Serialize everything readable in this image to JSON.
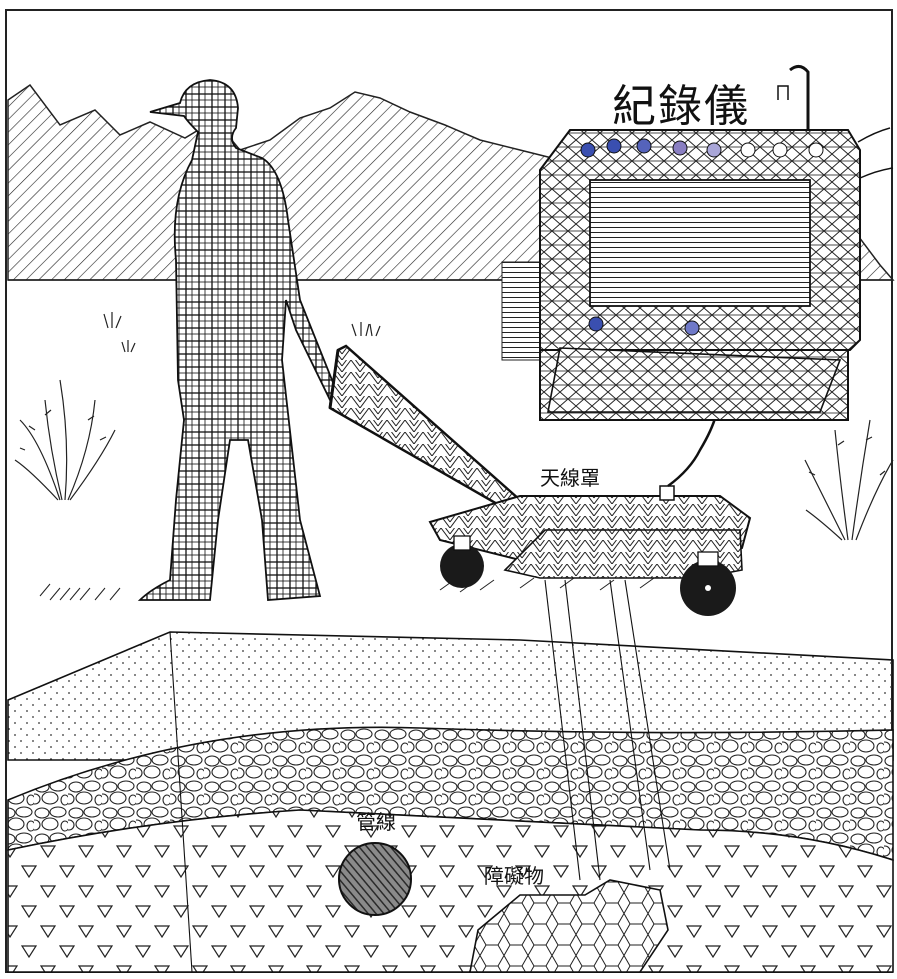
{
  "labels": {
    "recorder": "紀錄儀",
    "antenna_cover": "天線罩",
    "pipeline": "管線",
    "obstacle": "障礙物"
  },
  "colors": {
    "ink": "#111111",
    "indicator_dark": "#3a4fb0",
    "indicator_mid": "#6f79c8",
    "indicator_light": "#a9a6d8",
    "wheel": "#1a1a1a",
    "pipe": "#555555"
  },
  "icons": {
    "person": "person-pushing-cart-icon",
    "recorder": "recorder-monitor-icon",
    "antenna": "antenna-cart-icon",
    "pipe": "pipe-cross-section-icon",
    "obstacle": "obstacle-rock-icon"
  },
  "recorder_indicator_lights": 8
}
